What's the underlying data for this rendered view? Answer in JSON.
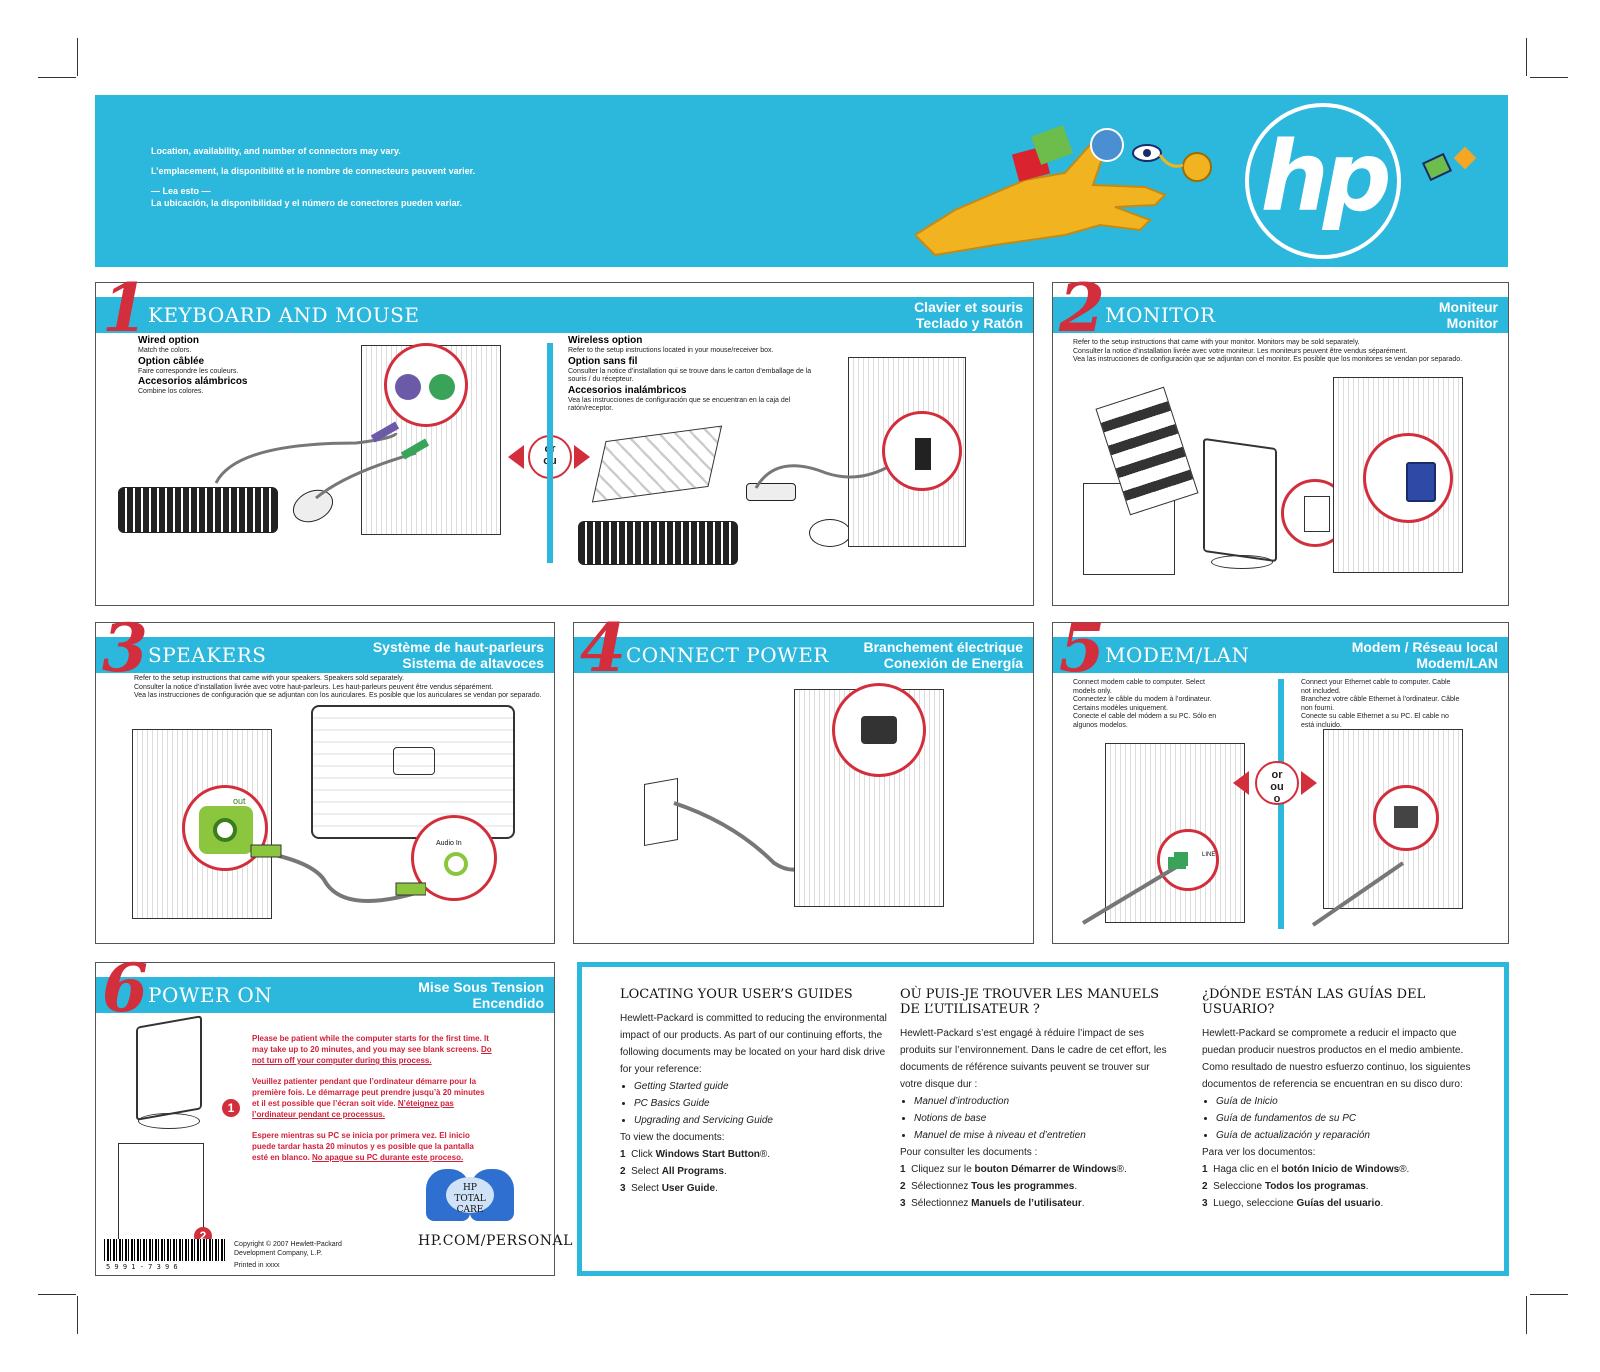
{
  "banner": {
    "line_en": "Location, availability, and number of connectors may vary.",
    "line_fr": "L’emplacement, la disponibilité et le nombre de connecteurs peuvent varier.",
    "line_es_head": "— Lea esto —",
    "line_es": "La ubicación, la disponibilidad y el número de conectores pueden variar.",
    "logo_text": "hp"
  },
  "panel1": {
    "number": "1",
    "title": "KEYBOARD AND MOUSE",
    "sub1": "Clavier et souris",
    "sub2": "Teclado y Ratón",
    "wired_en_h": "Wired option",
    "wired_en": "Match the colors.",
    "wired_fr_h": "Option câblée",
    "wired_fr": "Faire correspondre les couleurs.",
    "wired_es_h": "Accesorios alámbricos",
    "wired_es": "Combine los colores.",
    "wl_en_h": "Wireless option",
    "wl_en": "Refer to the setup instructions located in your mouse/receiver box.",
    "wl_fr_h": "Option sans fil",
    "wl_fr": "Consulter la notice d’installation qui se trouve dans le carton d’emballage de la souris / du récepteur.",
    "wl_es_h": "Accesorios inalámbricos",
    "wl_es": "Vea las instrucciones de configuración que se encuentran en la caja del ratón/receptor.",
    "or": "or",
    "ou": "ou",
    "o": "o"
  },
  "panel2": {
    "number": "2",
    "title": "MONITOR",
    "sub1": "Moniteur",
    "sub2": "Monitor",
    "text_en": "Refer to the setup instructions that came with your monitor. Monitors may be sold separately.",
    "text_fr": "Consulter la notice d’installation livrée avec votre moniteur. Les moniteurs peuvent être vendus séparément.",
    "text_es": "Vea las instrucciones de configuración que se adjuntan con el monitor. Es posible que los monitores se vendan por separado."
  },
  "panel3": {
    "number": "3",
    "title": "SPEAKERS",
    "sub1": "Système de haut-parleurs",
    "sub2": "Sistema de altavoces",
    "text_en": "Refer to the setup instructions that came with your speakers. Speakers sold separately.",
    "text_fr": "Consulter la notice d’installation livrée avec votre haut-parleurs. Les haut-parleurs peuvent être vendus séparément.",
    "text_es": "Vea las instrucciones de configuración que se adjuntan con los auriculares. Es posible que los auriculares se vendan por separado.",
    "out_label": "out",
    "audio_in_label": "Audio In"
  },
  "panel4": {
    "number": "4",
    "title": "CONNECT POWER",
    "sub1": "Branchement électrique",
    "sub2": "Conexión de Energía"
  },
  "panel5": {
    "number": "5",
    "title": "MODEM/LAN",
    "sub1": "Modem / Réseau local",
    "sub2": "Modem/LAN",
    "modem_en": "Connect modem cable to computer. Select models only.",
    "modem_fr": "Connectez le câble du modem à l’ordinateur. Certains modèles uniquement.",
    "modem_es": "Conecte el cable del módem a su PC. Sólo en algunos modelos.",
    "lan_en": "Connect your Ethernet cable to computer. Cable not included.",
    "lan_fr": "Branchez votre câble Ethernet à l’ordinateur. Câble non fourni.",
    "lan_es": "Conecte su cable Ethernet a su PC. El cable no está incluido.",
    "line_label": "LINE",
    "or": "or",
    "ou": "ou",
    "o": "o"
  },
  "panel6": {
    "number": "6",
    "title": "POWER ON",
    "sub1": "Mise Sous Tension",
    "sub2": "Encendido",
    "note_en": "Please be patient while the computer starts for the first time. It may take up to 20 minutes, and you may see blank screens.",
    "note_en_u": "Do not turn off your computer during this process.",
    "note_fr": "Veuillez patienter pendant que l’ordinateur démarre pour la première fois. Le démarrage peut prendre jusqu’à 20 minutes et il est possible que l’écran soit vide.",
    "note_fr_u": "N’éteignez pas l’ordinateur pendant ce processus.",
    "note_es": "Espere mientras su PC se inicia por primera vez. El inicio puede tardar hasta 20 minutos y es posible que la pantalla esté en blanco.",
    "note_es_u": "No apague su PC durante este proceso.",
    "step1": "1",
    "step2": "2",
    "barcode_text": "5 9 9 1 - 7 3 9 6",
    "copyright1": "Copyright © 2007 Hewlett-Packard",
    "copyright2": "Development Company, L.P.",
    "printed": "Printed in xxxx",
    "total_care1": "HP TOTAL",
    "total_care2": "CARE",
    "url": "HP.COM/PERSONAL"
  },
  "guides": {
    "en": {
      "title": "LOCATING YOUR USER’S GUIDES",
      "intro": "Hewlett-Packard is committed to reducing the environmental impact of our products. As part of our continuing efforts, the following documents may be located on your hard disk drive for your reference:",
      "items": [
        "Getting Started guide",
        "PC Basics Guide",
        "Upgrading and Servicing Guide"
      ],
      "view": "To view the documents:",
      "s1_pre": "Click ",
      "s1_b": "Windows Start Button",
      "s1_post": "®.",
      "s2_pre": "Select ",
      "s2_b": "All Programs",
      "s2_post": ".",
      "s3_pre": "Select ",
      "s3_b": "User Guide",
      "s3_post": "."
    },
    "fr": {
      "title": "OÙ PUIS-JE TROUVER LES MANUELS DE L’UTILISATEUR ?",
      "intro": "Hewlett-Packard s’est engagé à réduire l’impact de ses produits sur l’environnement. Dans le cadre de cet effort, les documents de référence suivants peuvent se trouver sur votre disque dur :",
      "items": [
        "Manuel d’introduction",
        "Notions de base",
        "Manuel de mise à niveau et d’entretien"
      ],
      "view": "Pour consulter les documents :",
      "s1_pre": "Cliquez sur le ",
      "s1_b": "bouton Démarrer de Windows",
      "s1_post": "®.",
      "s2_pre": "Sélectionnez ",
      "s2_b": "Tous les programmes",
      "s2_post": ".",
      "s3_pre": "Sélectionnez ",
      "s3_b": "Manuels de l’utilisateur",
      "s3_post": "."
    },
    "es": {
      "title": "¿DÓNDE ESTÁN LAS GUÍAS DEL USUARIO?",
      "intro": "Hewlett-Packard se compromete a reducir el impacto que puedan producir nuestros productos en el medio ambiente. Como resultado de nuestro esfuerzo continuo, los siguientes documentos de referencia se encuentran en su disco duro:",
      "items": [
        "Guía de Inicio",
        "Guía de fundamentos de su PC",
        "Guía de actualización y reparación"
      ],
      "view": "Para ver los documentos:",
      "s1_pre": "Haga clic en el ",
      "s1_b": "botón Inicio de Windows",
      "s1_post": "®.",
      "s2_pre": "Seleccione ",
      "s2_b": "Todos los programas",
      "s2_post": ".",
      "s3_pre": "Luego, seleccione ",
      "s3_b": "Guías del usuario",
      "s3_post": "."
    },
    "step_numbers": [
      "1",
      "2",
      "3"
    ]
  },
  "colors": {
    "cyan": "#2cb7dd",
    "red": "#d22e3b",
    "purple_port": "#6a5aa8",
    "green_port": "#3aa35a"
  }
}
